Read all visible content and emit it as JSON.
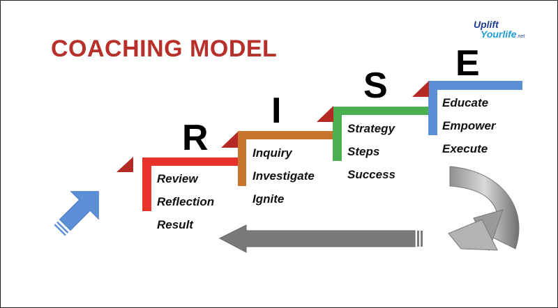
{
  "title": "COACHING MODEL",
  "logo": {
    "top": "Uplift",
    "bottom": "Yourlife",
    "suffix": ".net"
  },
  "steps": [
    {
      "letter": "R",
      "color": "#e8332b",
      "words": [
        "Review",
        "Reflection",
        "Result"
      ]
    },
    {
      "letter": "I",
      "color": "#c8742c",
      "words": [
        "Inquiry",
        "Investigate",
        "Ignite"
      ]
    },
    {
      "letter": "S",
      "color": "#4caf50",
      "words": [
        "Strategy",
        "Steps",
        "Success"
      ]
    },
    {
      "letter": "E",
      "color": "#5b8fd6",
      "words": [
        "Educate",
        "Empower",
        "Execute"
      ]
    }
  ],
  "colors": {
    "title": "#b7302a",
    "triangle": "#b52a25",
    "arrow_gray": "#7a7a7a",
    "arrow_blue": "#5b8fd6"
  }
}
